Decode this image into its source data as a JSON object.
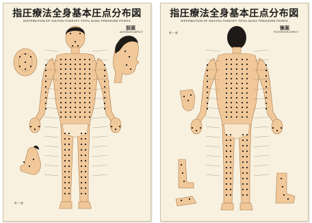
{
  "front_chart": {
    "title_cn": "指圧療法全身基本圧点分布図",
    "title_en": "DISTRIBUTION OF SHIATSU THERAPY TOTAL BASIC PRESSURE POINTS",
    "aspect_cn": "前面",
    "aspect_en": "ANTERIOR ASPECT",
    "caption": "前 一 面"
  },
  "back_chart": {
    "title_cn": "指圧療法全身基本圧点分布図",
    "title_en": "DISTRIBUTION OF SHIATSU THERAPY TOTAL BASIC PRESSURE POINTS",
    "aspect_cn": "後面",
    "aspect_en": "POSTERIOR ASPECT",
    "caption": "後 一 面"
  },
  "colors": {
    "paper": "#f8f1df",
    "skin": "#f0c89a",
    "skin_outline": "#a8774a",
    "hair": "#1d1a17",
    "point": "#171717",
    "leader_line": "#7a6a55"
  }
}
